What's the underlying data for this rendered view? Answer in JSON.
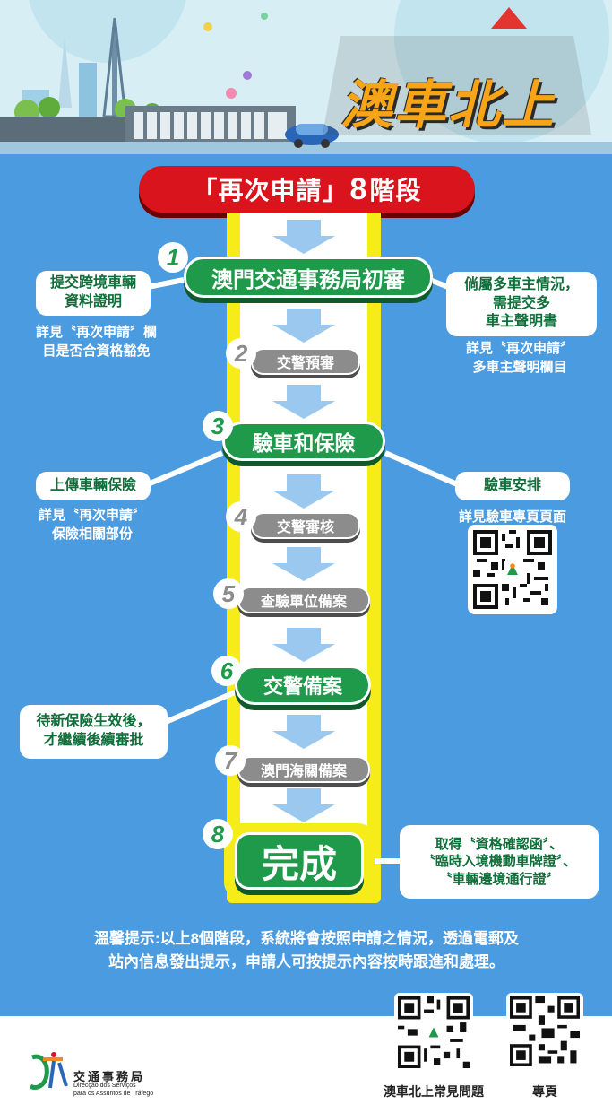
{
  "header": {
    "logo": "澳車北上"
  },
  "banner": {
    "prefix": "「再次申請」",
    "num": "8",
    "suffix": "階段"
  },
  "steps": [
    {
      "num": "1",
      "label": "澳門交通事務局初審"
    },
    {
      "num": "2",
      "label": "交警預審"
    },
    {
      "num": "3",
      "label": "驗車和保險"
    },
    {
      "num": "4",
      "label": "交警審核"
    },
    {
      "num": "5",
      "label": "查驗單位備案"
    },
    {
      "num": "6",
      "label": "交警備案"
    },
    {
      "num": "7",
      "label": "澳門海關備案"
    },
    {
      "num": "8",
      "label": "完成"
    }
  ],
  "info": {
    "left1": "提交跨境車輛\n資料證明",
    "left1_note": "詳見〝再次申請〞欄\n目是否合資格豁免",
    "right1": "倘屬多車主情況，\n需提交多\n車主聲明書",
    "right1_note": "詳見〝再次申請〞\n多車主聲明欄目",
    "left3": "上傳車輛保險",
    "left3_note": "詳見〝再次申請〞\n保險相關部份",
    "right3": "驗車安排",
    "right3_note": "詳見驗車專頁頁面",
    "left6": "待新保險生效後，\n才繼續後續審批",
    "right8": "取得〝資格確認函〞、\n〝臨時入境機動車牌證〞、\n〝車輛邊境通行證〞"
  },
  "tip": "溫馨提示:以上8個階段，系統將會按照申請之情況，透過電郵及\n站內信息發出提示，申請人可按提示內容按時跟進和處理。",
  "footer": {
    "org_name": "交通事務局",
    "org_pt1": "Direcção dos Serviços",
    "org_pt2": "para os Assuntos de Tráfego",
    "qr1_label": "澳車北上常見問題",
    "qr2_label": "專頁"
  },
  "colors": {
    "background": "#4b9be0",
    "green": "#1f9a4a",
    "red": "#d9141d",
    "yellow": "#f6ec1a",
    "grey": "#8c8c8c"
  }
}
